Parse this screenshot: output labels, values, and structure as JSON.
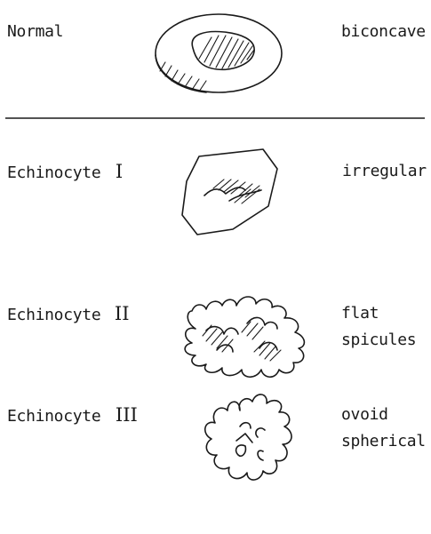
{
  "rows": [
    {
      "name": "Normal",
      "numeral": "",
      "description": [
        "biconcave"
      ]
    },
    {
      "name": "Echinocyte",
      "numeral": "I",
      "description": [
        "irregular"
      ]
    },
    {
      "name": "Echinocyte",
      "numeral": "II",
      "description": [
        "flat",
        "spicules"
      ]
    },
    {
      "name": "Echinocyte",
      "numeral": "III",
      "description": [
        "ovoid",
        "spherical"
      ]
    }
  ],
  "cell_shapes": [
    "biconcave-disc",
    "irregular-polygon",
    "flat-spiculated",
    "spherical-spiculated"
  ],
  "ink_color": "#1a1a1a"
}
